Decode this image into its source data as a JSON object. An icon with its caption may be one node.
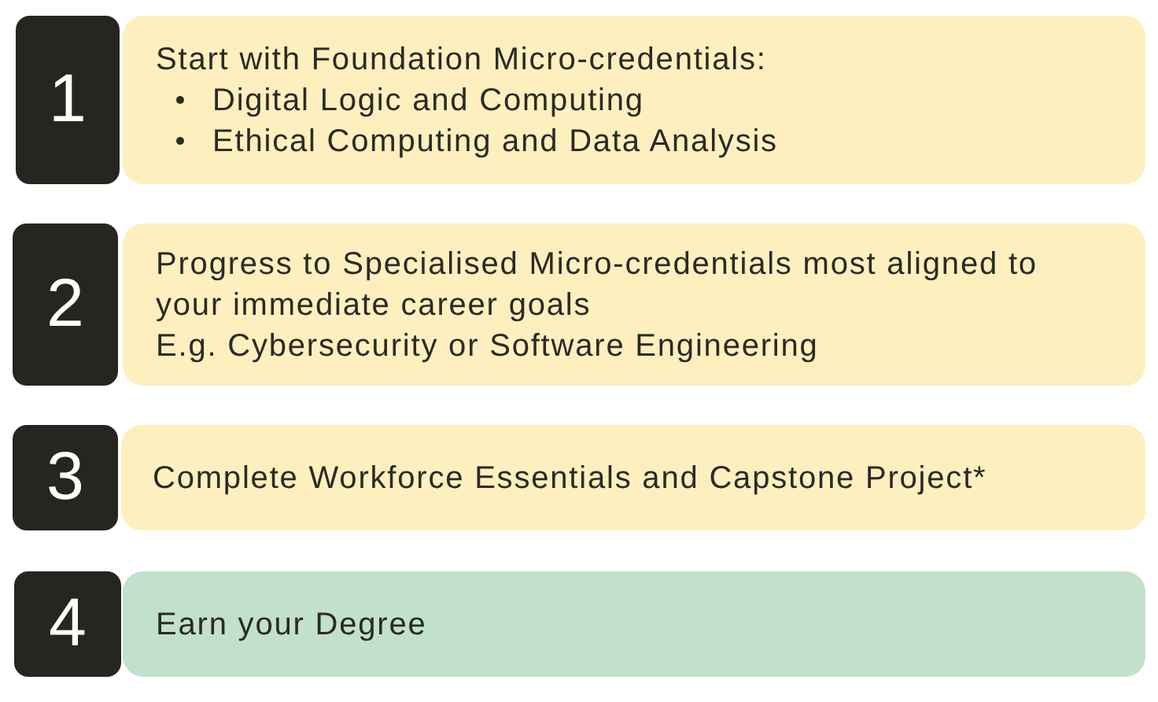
{
  "diagram": {
    "nodes": [
      {
        "text": [
          "1"
        ]
      },
      {
        "text": [
          "Start with Foundation Micro-credentials:",
          "Digital Logic and Computing",
          "Ethical Computing and Data Analysis"
        ]
      },
      {
        "text": [
          "2"
        ]
      },
      {
        "text": [
          "Progress to Specialised Micro-credentials most aligned to your immediate career goals",
          "E.g. Cybersecurity or Software Engineering"
        ]
      },
      {
        "text": [
          "3"
        ]
      },
      {
        "text": [
          "Complete Workforce Essentials and Capstone Project*"
        ]
      },
      {
        "text": [
          "4"
        ]
      },
      {
        "text": [
          "Earn your Degree"
        ]
      }
    ]
  }
}
